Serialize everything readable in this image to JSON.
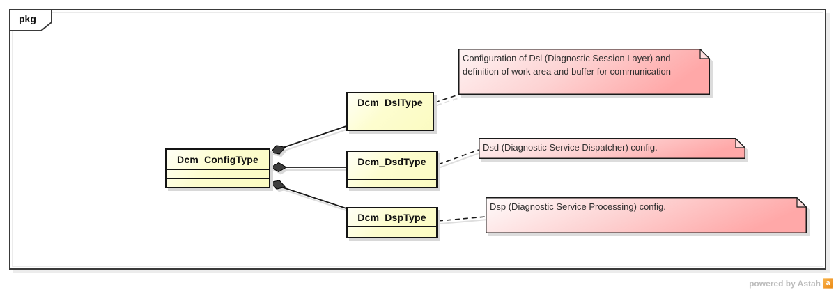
{
  "frame": {
    "tab_label": "pkg"
  },
  "classes": [
    {
      "name": "Dcm_ConfigType"
    },
    {
      "name": "Dcm_DslType"
    },
    {
      "name": "Dcm_DsdType"
    },
    {
      "name": "Dcm_DspType"
    }
  ],
  "notes": [
    {
      "text": "Configuration of Dsl (Diagnostic Session Layer) and definition of work area and buffer for communication",
      "attached_to": "Dcm_DslType"
    },
    {
      "text": "Dsd (Diagnostic Service Dispatcher) config.",
      "attached_to": "Dcm_DsdType"
    },
    {
      "text": "Dsp (Diagnostic Service Processing) config.",
      "attached_to": "Dcm_DspType"
    }
  ],
  "relations": [
    {
      "type": "composition",
      "from": "Dcm_ConfigType",
      "to": "Dcm_DslType"
    },
    {
      "type": "composition",
      "from": "Dcm_ConfigType",
      "to": "Dcm_DsdType"
    },
    {
      "type": "composition",
      "from": "Dcm_ConfigType",
      "to": "Dcm_DspType"
    }
  ],
  "watermark": {
    "text": "powered by Astah",
    "logo_letter": "a"
  },
  "colors": {
    "class_fill": "#fdfdc8",
    "class_border": "#141414",
    "note_fill_light": "#fef7f7",
    "note_fill_pink": "#ffa8a8",
    "shadow": "#d8d8d8",
    "frame_border": "#3a3a3a",
    "watermark_text": "#bcbcbc",
    "logo_orange": "#f29b2e"
  }
}
